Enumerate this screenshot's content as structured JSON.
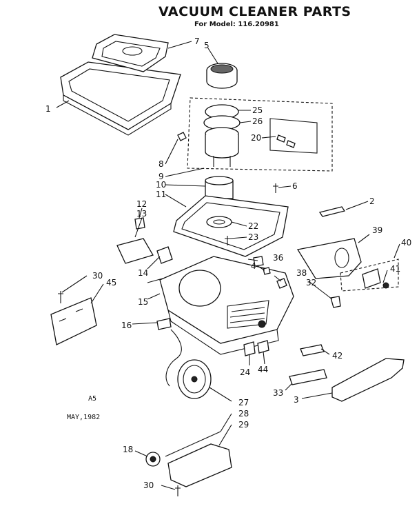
{
  "title": "VACUUM CLEANER PARTS",
  "model_line": "For Model: 116.20981",
  "footer": {
    "code": "A5",
    "date": "MAY,1982"
  },
  "callouts": {
    "c1": "1",
    "c2": "2",
    "c3": "3",
    "c4": "4",
    "c5": "5",
    "c6": "6",
    "c7": "7",
    "c8": "8",
    "c9": "9",
    "c10": "10",
    "c11": "11",
    "c12": "12",
    "c13": "13",
    "c14": "14",
    "c15": "15",
    "c16": "16",
    "c18": "18",
    "c20": "20",
    "c22": "22",
    "c23": "23",
    "c24": "24",
    "c25": "25",
    "c26": "26",
    "c27": "27",
    "c28": "28",
    "c29": "29",
    "c30a": "30",
    "c30b": "30",
    "c32": "32",
    "c33": "33",
    "c36": "36",
    "c38": "38",
    "c39": "39",
    "c40": "40",
    "c41": "41",
    "c42": "42",
    "c44": "44",
    "c45": "45"
  }
}
